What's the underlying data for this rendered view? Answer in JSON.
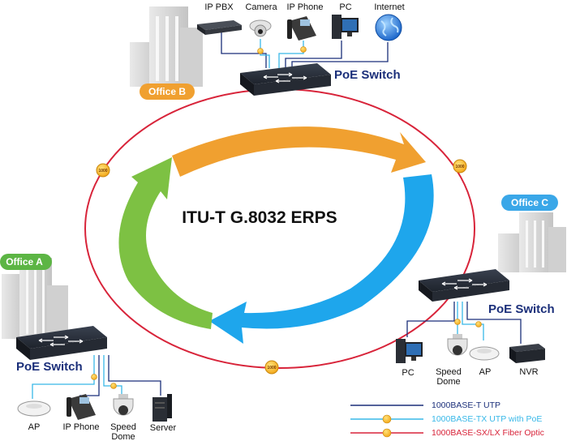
{
  "title": "ITU-T G.8032 ERPS",
  "switch_label": "PoE Switch",
  "badge_text": "1000",
  "offices": {
    "a": {
      "name": "Office A",
      "color": "#5cb544"
    },
    "b": {
      "name": "Office B",
      "color": "#f0a030"
    },
    "c": {
      "name": "Office C",
      "color": "#3aa7e8"
    }
  },
  "office_b_devices": [
    {
      "label": "IP PBX",
      "icon": "ip-pbx-icon"
    },
    {
      "label": "Camera",
      "icon": "dome-camera-icon"
    },
    {
      "label": "IP Phone",
      "icon": "ip-phone-icon"
    },
    {
      "label": "PC",
      "icon": "pc-icon"
    },
    {
      "label": "Internet",
      "icon": "globe-icon"
    }
  ],
  "office_a_devices": [
    {
      "label": "AP",
      "icon": "access-point-icon"
    },
    {
      "label": "IP Phone",
      "icon": "ip-phone-icon"
    },
    {
      "label": "Speed\nDome",
      "icon": "speed-dome-icon"
    },
    {
      "label": "Server",
      "icon": "server-icon"
    }
  ],
  "office_c_devices": [
    {
      "label": "PC",
      "icon": "pc-icon"
    },
    {
      "label": "Speed\nDome",
      "icon": "speed-dome-icon"
    },
    {
      "label": "AP",
      "icon": "access-point-icon"
    },
    {
      "label": "NVR",
      "icon": "nvr-icon"
    }
  ],
  "legend": [
    {
      "label": "1000BASE-T UTP",
      "color": "#1b2f7a"
    },
    {
      "label": "1000BASE-TX UTP with PoE",
      "color": "#38b8e8"
    },
    {
      "label": "1000BASE-SX/LX Fiber Optic",
      "color": "#d8243a"
    }
  ],
  "colors": {
    "ring": "#d8243a",
    "arrow_orange": "#f0a030",
    "arrow_blue": "#1ea6ec",
    "arrow_green": "#7dc143",
    "utp": "#1b2f7a",
    "poe": "#38b8e8"
  }
}
